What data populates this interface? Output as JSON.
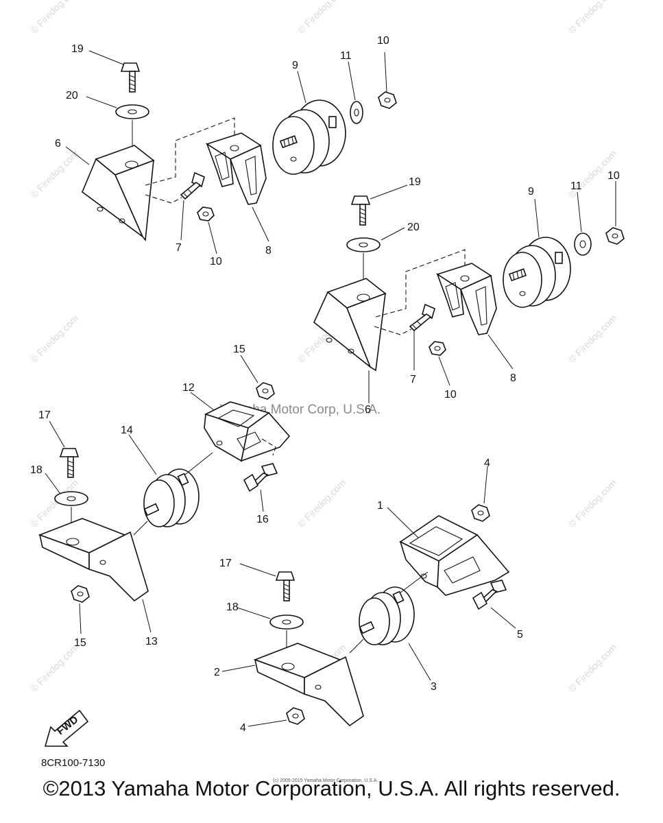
{
  "callouts": [
    "19",
    "20",
    "9",
    "11",
    "10",
    "6",
    "7",
    "10",
    "8",
    "19",
    "9",
    "11",
    "10",
    "20",
    "7",
    "8",
    "10",
    "6",
    "15",
    "12",
    "17",
    "14",
    "18",
    "16",
    "1",
    "4",
    "15",
    "13",
    "17",
    "18",
    "5",
    "3",
    "2",
    "4"
  ],
  "watermark": "© Firedog.com",
  "center_watermark": "Yamaha Motor Corp, U.S.A.",
  "fwd_label": "FWD",
  "diagram_code": "8CR100-7130",
  "tiny_copyright": "(c) 2005-2015 Yamaha Motor Corporation, U.S.A.",
  "copyright": "©2013 Yamaha Motor Corporation, U.S.A. All rights reserved."
}
